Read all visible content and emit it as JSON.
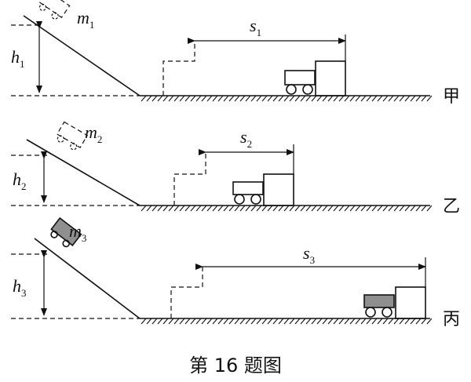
{
  "caption": "第 16 题图",
  "panels": [
    {
      "label": "甲",
      "mass": "m",
      "mass_sub": "1",
      "height": "h",
      "height_sub": "1",
      "dist": "s",
      "dist_sub": "1",
      "cart_filled": false
    },
    {
      "label": "乙",
      "mass": "m",
      "mass_sub": "2",
      "height": "h",
      "height_sub": "2",
      "dist": "s",
      "dist_sub": "2",
      "cart_filled": false
    },
    {
      "label": "丙",
      "mass": "m",
      "mass_sub": "3",
      "height": "h",
      "height_sub": "3",
      "dist": "s",
      "dist_sub": "3",
      "cart_filled": true
    }
  ]
}
